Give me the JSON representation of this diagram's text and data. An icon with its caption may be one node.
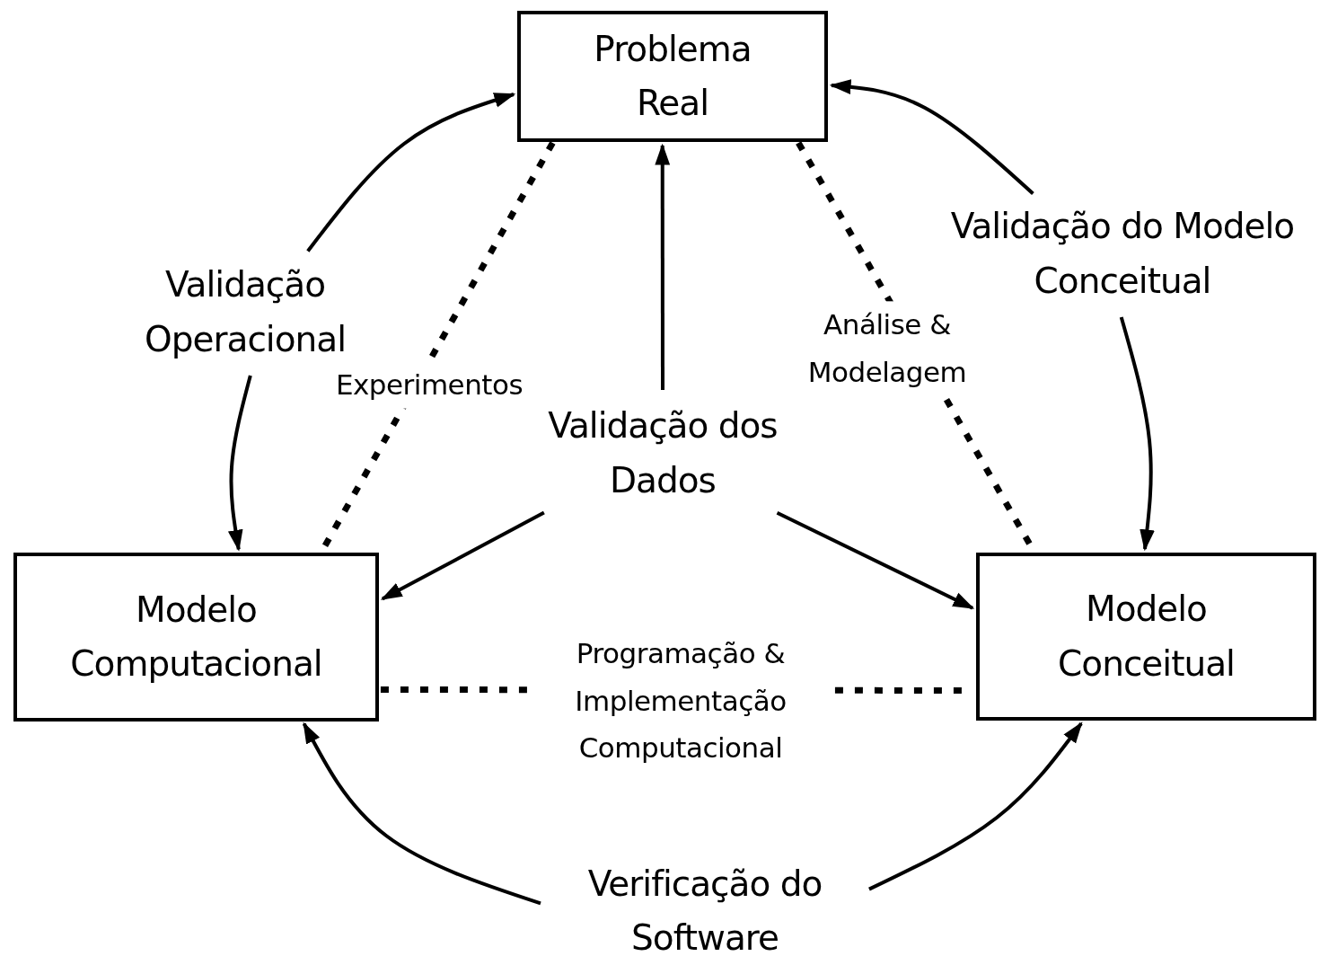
{
  "diagram": {
    "nodes": [
      {
        "text": [
          "Problema Real"
        ]
      },
      {
        "text": [
          "Modelo Computacional"
        ]
      },
      {
        "text": [
          "Modelo Conceitual"
        ]
      },
      {
        "text": [
          "Validação Operacional"
        ]
      },
      {
        "text": [
          "Validação do Modelo Conceitual"
        ]
      },
      {
        "text": [
          "Validação dos Dados"
        ]
      },
      {
        "text": [
          "Verificação do Software"
        ]
      }
    ],
    "edges": [
      {
        "from": 3,
        "to": 0,
        "arrow": "to"
      },
      {
        "from": 3,
        "to": 1,
        "arrow": "to"
      },
      {
        "from": 4,
        "to": 0,
        "arrow": "to"
      },
      {
        "from": 4,
        "to": 2,
        "arrow": "to"
      },
      {
        "from": 5,
        "to": 0,
        "arrow": "to"
      },
      {
        "from": 5,
        "to": 1,
        "arrow": "to"
      },
      {
        "from": 5,
        "to": 2,
        "arrow": "to"
      },
      {
        "from": 6,
        "to": 1,
        "arrow": "to"
      },
      {
        "from": 6,
        "to": 2,
        "arrow": "to"
      },
      {
        "from": 0,
        "to": 1,
        "arrow": "none",
        "label": "Experimentos",
        "style": "dashed"
      },
      {
        "from": 0,
        "to": 2,
        "arrow": "none",
        "label": "Análise & Modelagem",
        "style": "dashed"
      },
      {
        "from": 1,
        "to": 2,
        "arrow": "none",
        "label": "Programação & Implementação Computacional",
        "style": "dashed"
      }
    ]
  }
}
